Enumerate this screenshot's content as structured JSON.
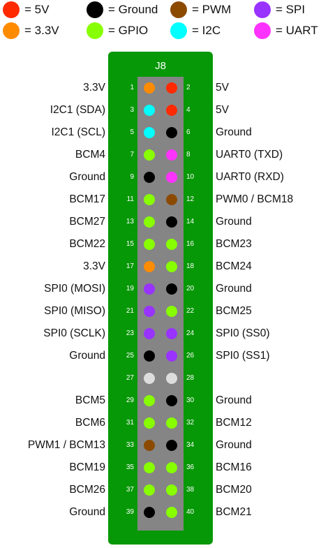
{
  "legend": [
    {
      "key": "5v",
      "label": "= 5V",
      "color": "#ff2a00"
    },
    {
      "key": "ground",
      "label": "= Ground",
      "color": "#000000"
    },
    {
      "key": "pwm",
      "label": "= PWM",
      "color": "#8b4a00"
    },
    {
      "key": "spi",
      "label": "= SPI",
      "color": "#9933ff"
    },
    {
      "key": "3v3",
      "label": "= 3.3V",
      "color": "#ff8c00"
    },
    {
      "key": "gpio",
      "label": "= GPIO",
      "color": "#88ff00"
    },
    {
      "key": "i2c",
      "label": "= I2C",
      "color": "#00ffff"
    },
    {
      "key": "uart",
      "label": "= UART",
      "color": "#ff33ff"
    }
  ],
  "colors": {
    "5v": "#ff2a00",
    "ground": "#000000",
    "pwm": "#8b4a00",
    "spi": "#9933ff",
    "3v3": "#ff8c00",
    "gpio": "#88ff00",
    "i2c": "#00ffff",
    "uart": "#ff33ff",
    "unused": "#dddddd",
    "board": "#069806",
    "header": "#858585"
  },
  "board": {
    "title": "J8"
  },
  "pins": [
    {
      "num": "1",
      "label": "3.3V",
      "type": "3v3"
    },
    {
      "num": "2",
      "label": "5V",
      "type": "5v"
    },
    {
      "num": "3",
      "label": "I2C1 (SDA)",
      "type": "i2c"
    },
    {
      "num": "4",
      "label": "5V",
      "type": "5v"
    },
    {
      "num": "5",
      "label": "I2C1 (SCL)",
      "type": "i2c"
    },
    {
      "num": "6",
      "label": "Ground",
      "type": "ground"
    },
    {
      "num": "7",
      "label": "BCM4",
      "type": "gpio"
    },
    {
      "num": "8",
      "label": "UART0 (TXD)",
      "type": "uart"
    },
    {
      "num": "9",
      "label": "Ground",
      "type": "ground"
    },
    {
      "num": "10",
      "label": "UART0 (RXD)",
      "type": "uart"
    },
    {
      "num": "11",
      "label": "BCM17",
      "type": "gpio"
    },
    {
      "num": "12",
      "label": "PWM0 / BCM18",
      "type": "pwm"
    },
    {
      "num": "13",
      "label": "BCM27",
      "type": "gpio"
    },
    {
      "num": "14",
      "label": "Ground",
      "type": "ground"
    },
    {
      "num": "15",
      "label": "BCM22",
      "type": "gpio"
    },
    {
      "num": "16",
      "label": "BCM23",
      "type": "gpio"
    },
    {
      "num": "17",
      "label": "3.3V",
      "type": "3v3"
    },
    {
      "num": "18",
      "label": "BCM24",
      "type": "gpio"
    },
    {
      "num": "19",
      "label": "SPI0 (MOSI)",
      "type": "spi"
    },
    {
      "num": "20",
      "label": "Ground",
      "type": "ground"
    },
    {
      "num": "21",
      "label": "SPI0 (MISO)",
      "type": "spi"
    },
    {
      "num": "22",
      "label": "BCM25",
      "type": "gpio"
    },
    {
      "num": "23",
      "label": "SPI0 (SCLK)",
      "type": "spi"
    },
    {
      "num": "24",
      "label": "SPI0 (SS0)",
      "type": "spi"
    },
    {
      "num": "25",
      "label": "Ground",
      "type": "ground"
    },
    {
      "num": "26",
      "label": "SPI0 (SS1)",
      "type": "spi"
    },
    {
      "num": "27",
      "label": "",
      "type": "unused"
    },
    {
      "num": "28",
      "label": "",
      "type": "unused"
    },
    {
      "num": "29",
      "label": "BCM5",
      "type": "gpio"
    },
    {
      "num": "30",
      "label": "Ground",
      "type": "ground"
    },
    {
      "num": "31",
      "label": "BCM6",
      "type": "gpio"
    },
    {
      "num": "32",
      "label": "BCM12",
      "type": "gpio"
    },
    {
      "num": "33",
      "label": "PWM1 / BCM13",
      "type": "pwm"
    },
    {
      "num": "34",
      "label": "Ground",
      "type": "ground"
    },
    {
      "num": "35",
      "label": "BCM19",
      "type": "gpio"
    },
    {
      "num": "36",
      "label": "BCM16",
      "type": "gpio"
    },
    {
      "num": "37",
      "label": "BCM26",
      "type": "gpio"
    },
    {
      "num": "38",
      "label": "BCM20",
      "type": "gpio"
    },
    {
      "num": "39",
      "label": "Ground",
      "type": "ground"
    },
    {
      "num": "40",
      "label": "BCM21",
      "type": "gpio"
    }
  ]
}
